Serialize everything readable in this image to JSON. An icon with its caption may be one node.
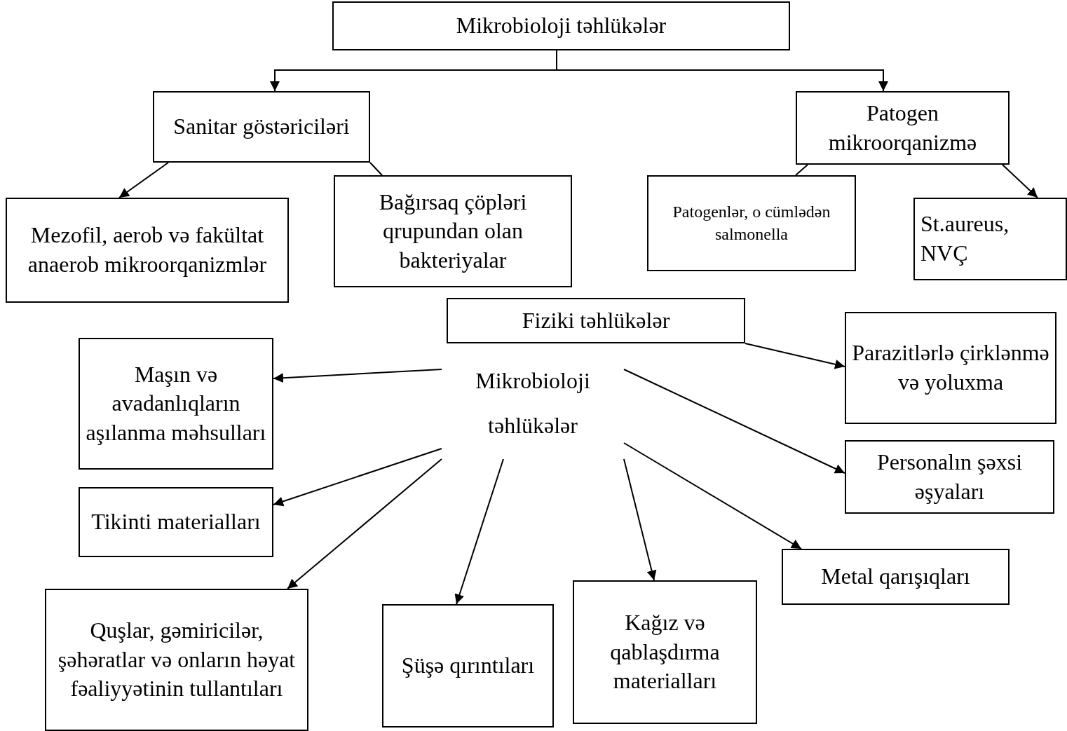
{
  "diagram": {
    "nodes": [
      {
        "text": [
          "Mikrobioloji təhlükələr"
        ]
      },
      {
        "text": [
          "Sanitar göstəriciləri"
        ]
      },
      {
        "text": [
          "Patogen mikroorqanizmə"
        ]
      },
      {
        "text": [
          "Mezofil, aerob və fakültat anaerob mikroorqanizmlər"
        ]
      },
      {
        "text": [
          "Bağırsaq çöpləri qrupundan olan bakteriyalar"
        ]
      },
      {
        "text": [
          "Patogenlər, o cümlədən salmonella"
        ]
      },
      {
        "text": [
          "St.aureus, NVÇ"
        ]
      },
      {
        "text": [
          "Fiziki təhlükələr"
        ]
      },
      {
        "text": [
          "Mikrobioloji təhlükələr"
        ]
      },
      {
        "text": [
          "Parazitlərlə çirklənmə və yoluxma"
        ]
      },
      {
        "text": [
          "Maşın və avadanlıqların aşılanma məhsulları"
        ]
      },
      {
        "text": [
          "Personalın şəxsi əşyaları"
        ]
      },
      {
        "text": [
          "Tikinti materialları"
        ]
      },
      {
        "text": [
          "Metal qarışıqları"
        ]
      },
      {
        "text": [
          "Quşlar, gəmiricilər, şəhəratlar və onların həyat fəaliyyətinin tullantıları"
        ]
      },
      {
        "text": [
          "Şüşə qırıntıları"
        ]
      },
      {
        "text": [
          "Kağız və qablaşdırma materialları"
        ]
      }
    ],
    "edges": [
      {
        "from": 0,
        "to": 1,
        "arrow": "to"
      },
      {
        "from": 0,
        "to": 2,
        "arrow": "to"
      },
      {
        "from": 1,
        "to": 3,
        "arrow": "to"
      },
      {
        "from": 1,
        "to": 4,
        "arrow": "none"
      },
      {
        "from": 2,
        "to": 5,
        "arrow": "none"
      },
      {
        "from": 2,
        "to": 6,
        "arrow": "to"
      },
      {
        "from": 7,
        "to": 9,
        "arrow": "to"
      },
      {
        "from": 8,
        "to": 10,
        "arrow": "to"
      },
      {
        "from": 8,
        "to": 12,
        "arrow": "to"
      },
      {
        "from": 8,
        "to": 14,
        "arrow": "to"
      },
      {
        "from": 8,
        "to": 15,
        "arrow": "to"
      },
      {
        "from": 8,
        "to": 16,
        "arrow": "to"
      },
      {
        "from": 8,
        "to": 13,
        "arrow": "to"
      },
      {
        "from": 8,
        "to": 11,
        "arrow": "to"
      }
    ]
  }
}
